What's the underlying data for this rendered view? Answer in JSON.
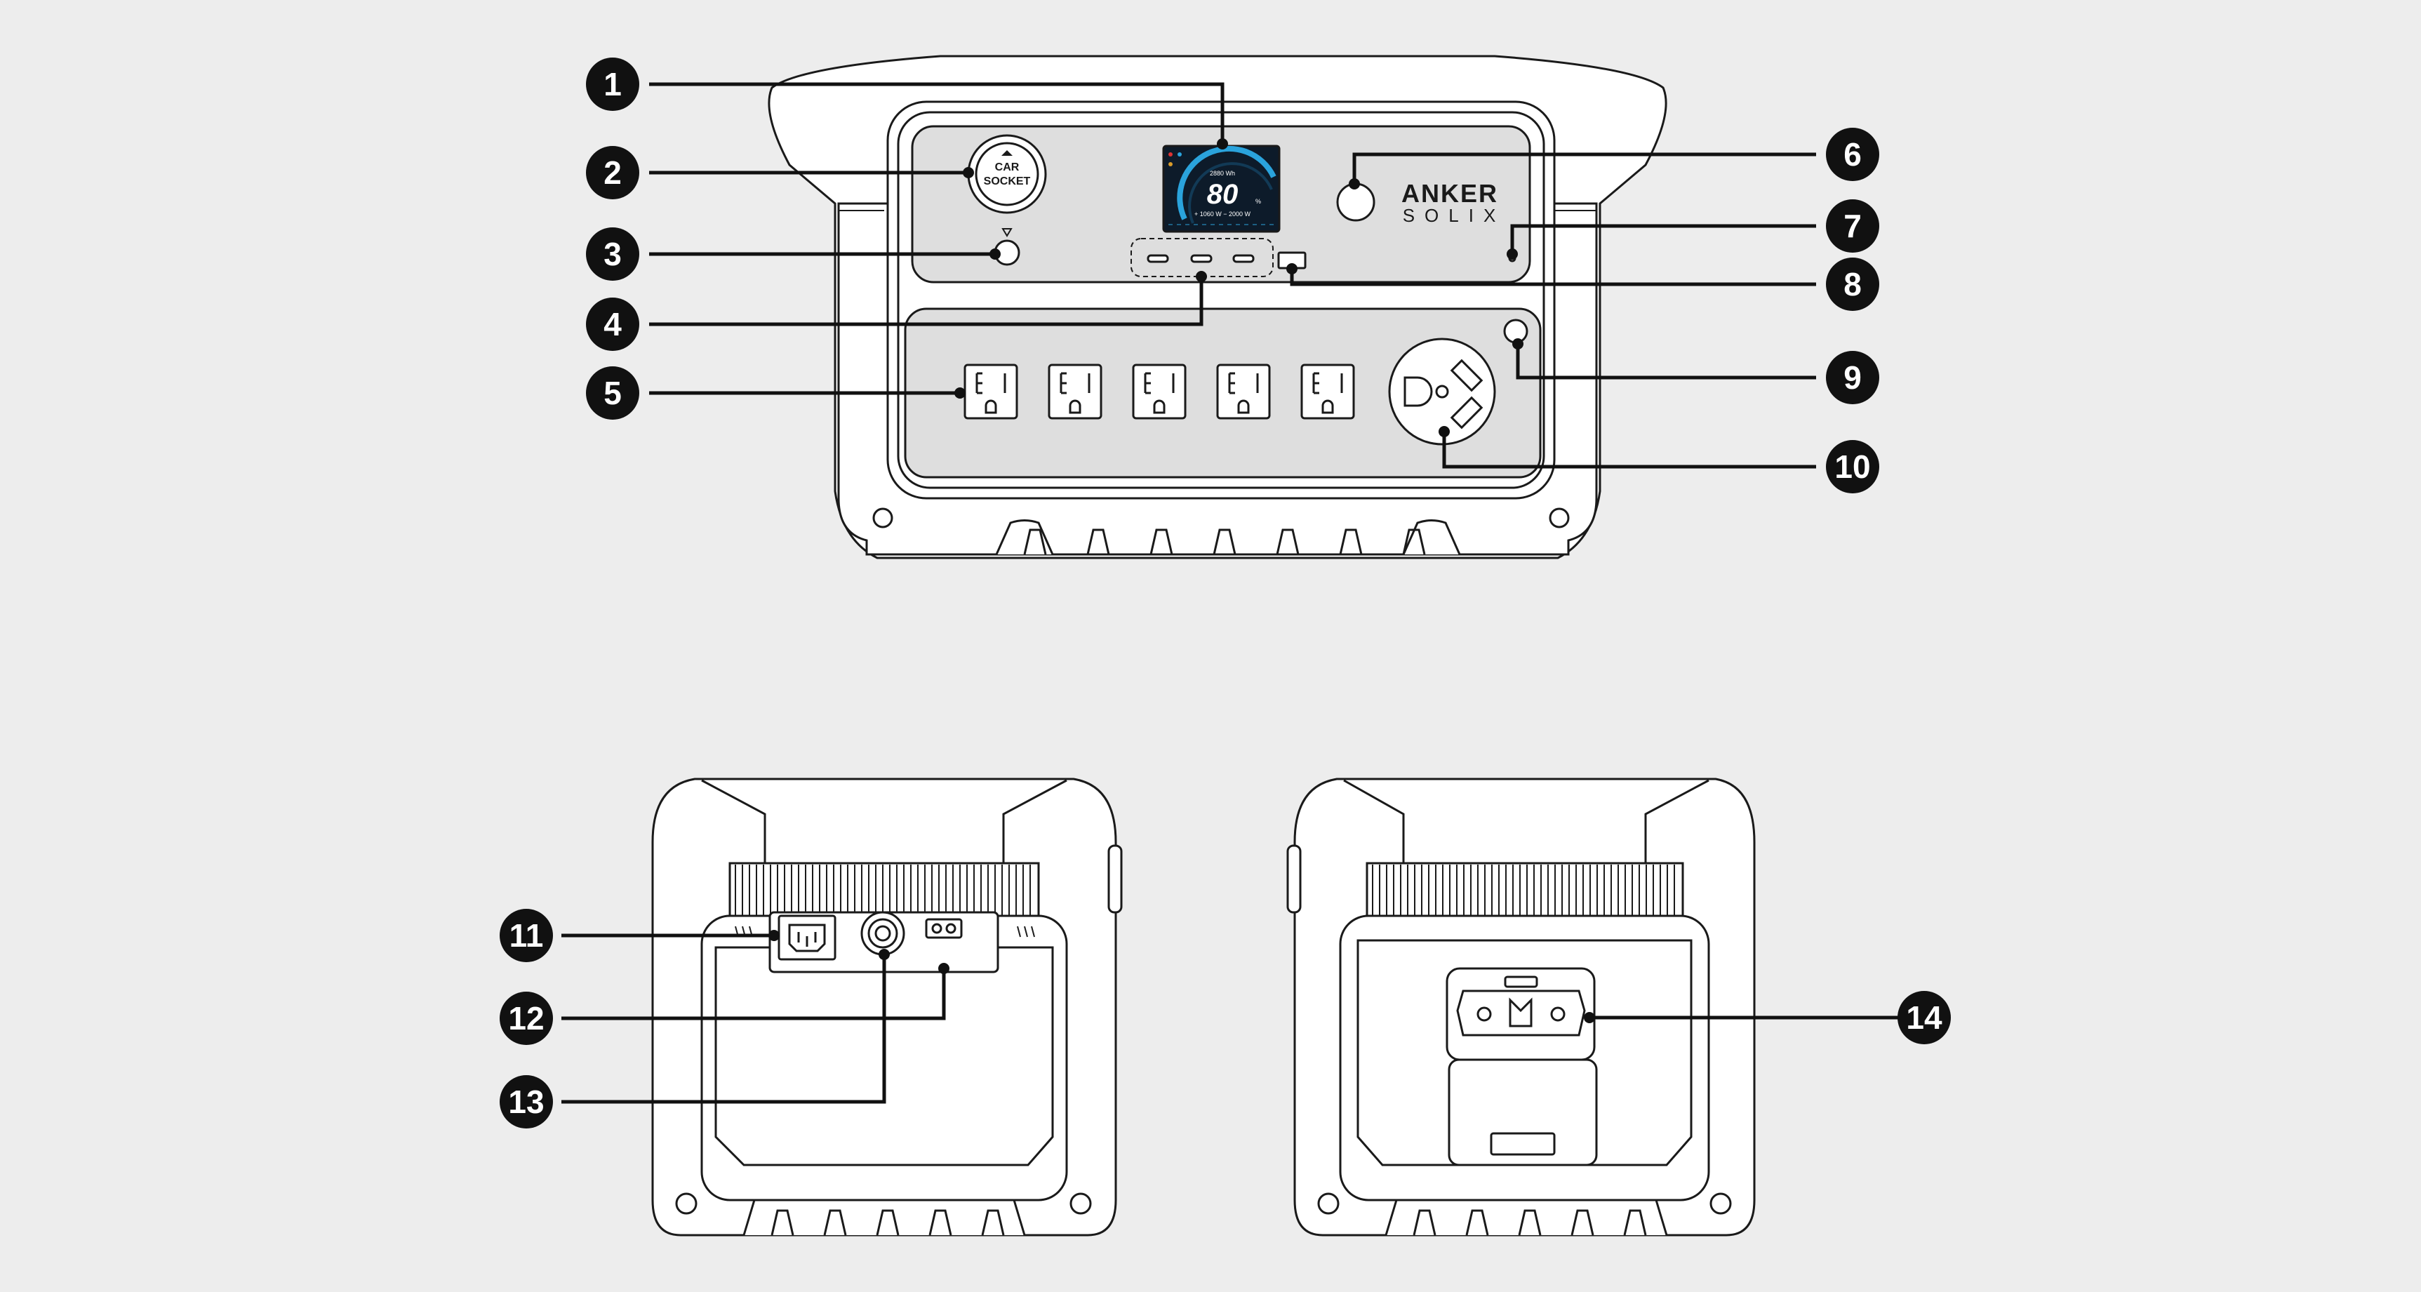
{
  "callouts": [
    "1",
    "2",
    "3",
    "4",
    "5",
    "6",
    "7",
    "8",
    "9",
    "10",
    "11",
    "12",
    "13",
    "14"
  ],
  "device": {
    "car_socket_line1": "CAR",
    "car_socket_line2": "SOCKET",
    "brand_top": "ANKER",
    "brand_bottom": "SOLIX",
    "screen": {
      "top_line": "2880 Wh",
      "percent": "80",
      "bottom_line": "+ 1060 W   − 2000 W"
    }
  },
  "colors": {
    "background": "#ededed",
    "panel": "#dedede",
    "outline": "#1a1a1a",
    "screen_background": "#0d1b2a",
    "screen_gauge": "#2aa3dc"
  }
}
